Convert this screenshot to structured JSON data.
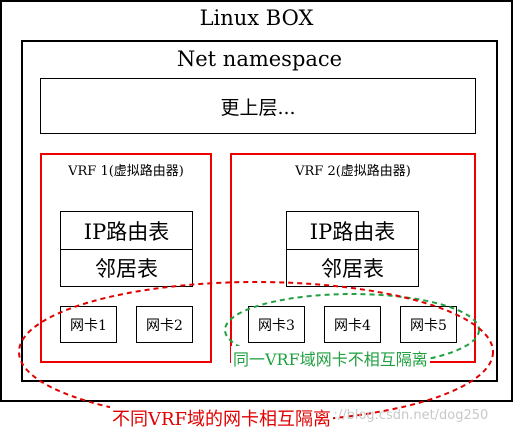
{
  "outer_title": "Linux BOX",
  "netns_title": "Net namespace",
  "upper_layers": "更上层...",
  "vrf1": {
    "title": "VRF 1(虚拟路由器)",
    "ip_table": "IP路由表",
    "neighbor_table": "邻居表",
    "nics": [
      "网卡1",
      "网卡2"
    ]
  },
  "vrf2": {
    "title": "VRF 2(虚拟路由器)",
    "ip_table": "IP路由表",
    "neighbor_table": "邻居表",
    "nics": [
      "网卡3",
      "网卡4",
      "网卡5"
    ]
  },
  "same_vrf_note": "同一VRF域网卡不相互隔离",
  "diff_vrf_note": "不同VRF域的网卡相互隔离",
  "watermark": "https://blog.csdn.net/dog250",
  "colors": {
    "vrf_border": "#e00000",
    "isolation": "#e00000",
    "same_domain": "#20a040"
  }
}
